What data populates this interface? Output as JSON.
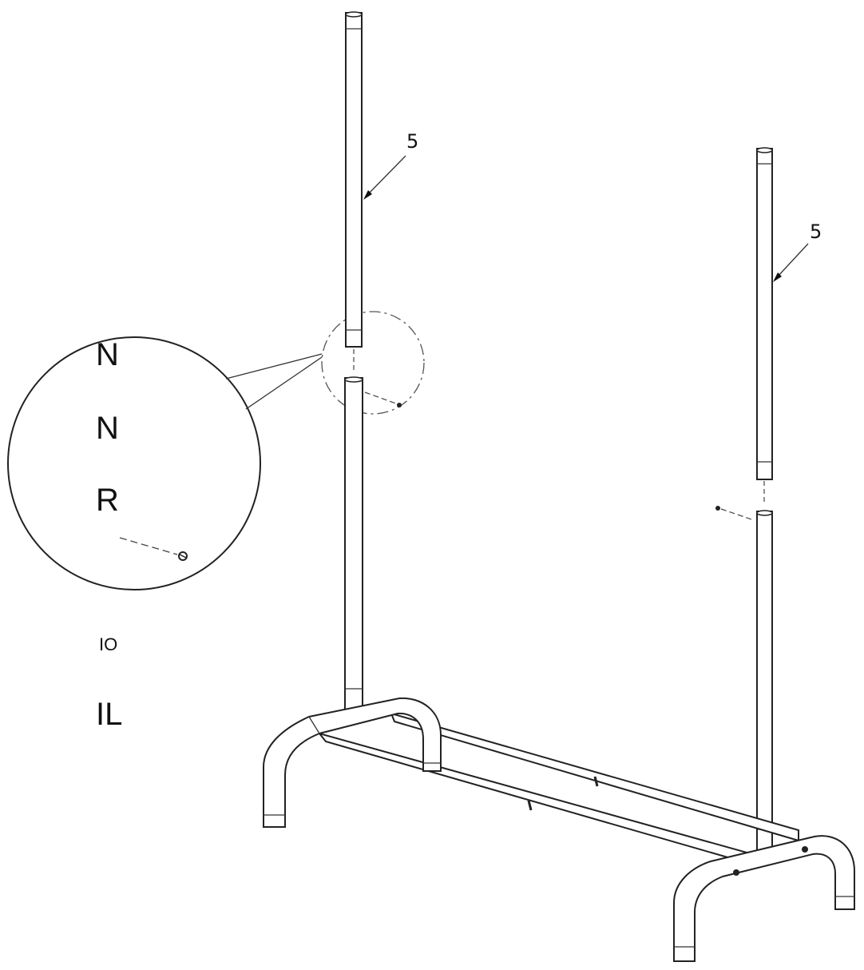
{
  "detail_labels": [
    "N",
    "N",
    "R",
    "IO",
    "IL"
  ],
  "part_callouts": [
    "5",
    "5"
  ]
}
